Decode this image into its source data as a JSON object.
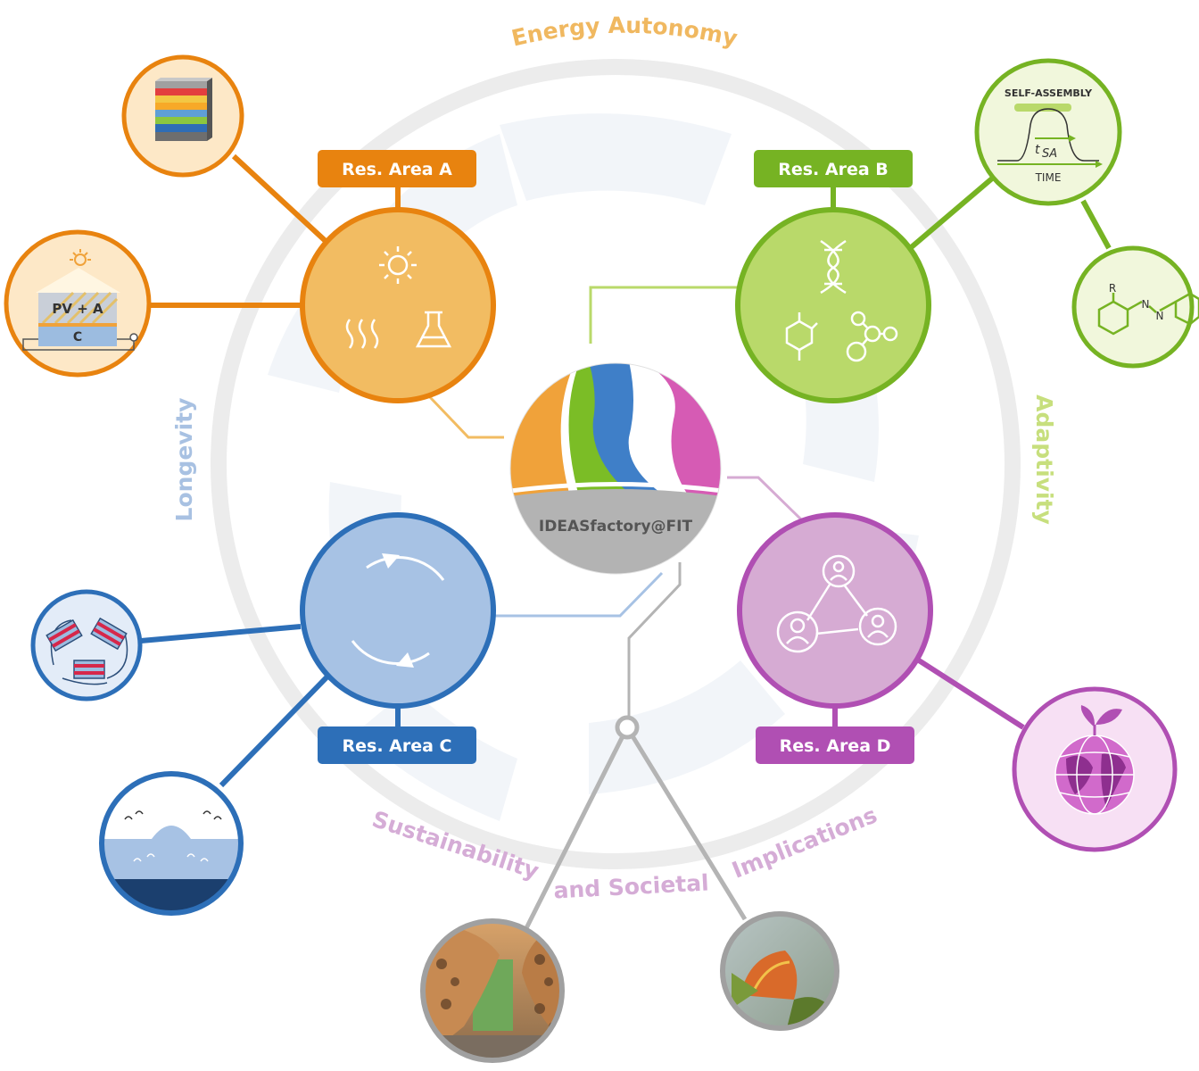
{
  "themes": {
    "energy_autonomy": "Energy Autonomy",
    "adaptivity": "Adaptivity",
    "longevity": "Longevity",
    "sustainability_line1": "Sustainability",
    "sustainability_line2": "and Societal",
    "sustainability_line3": "Implications"
  },
  "hub": {
    "label": "IDEASfactory@FIT"
  },
  "research_areas": [
    {
      "label": "Res. Area A",
      "color": "#e8830f",
      "fill": "#f2bc62",
      "icons": [
        "sun-icon",
        "heat-waves-icon",
        "flask-icon"
      ]
    },
    {
      "label": "Res. Area B",
      "color": "#76b323",
      "fill": "#b9d96a",
      "icons": [
        "dna-icon",
        "molecule-icon",
        "network-molecule-icon"
      ]
    },
    {
      "label": "Res. Area C",
      "color": "#2d6fb8",
      "fill": "#a7c2e4",
      "icons": [
        "cycle-arrows-icon"
      ]
    },
    {
      "label": "Res. Area D",
      "color": "#b04fb3",
      "fill": "#d6abd3",
      "icons": [
        "people-network-icon"
      ]
    }
  ],
  "satellites": {
    "layer_stack": {
      "icon": "layer-stack-icon"
    },
    "pv_cell": {
      "top_label": "PV + A",
      "bottom_label": "C"
    },
    "self_assembly": {
      "title": "SELF-ASSEMBLY",
      "sub": "SA",
      "sub_prefix": "t",
      "axis": "TIME"
    },
    "azobenzene": {
      "r_label": "R",
      "n1": "N",
      "n2": "N"
    },
    "battery_cells": {
      "icon": "battery-cells-icon"
    },
    "coating": {
      "icon": "coating-surface-icon"
    },
    "globe": {
      "icon": "globe-plant-icon"
    },
    "architecture_photo": {
      "icon": "architecture-photo"
    },
    "venus_flytrap_photo": {
      "icon": "flytrap-photo"
    }
  },
  "colors": {
    "area_a": "#e8830f",
    "area_b": "#76b323",
    "area_c": "#2d6fb8",
    "area_d": "#b04fb3",
    "gray": "#b4b4b4",
    "theme_energy": "#f0b860",
    "theme_adaptivity": "#c7df7d",
    "theme_longevity": "#a8c1e2",
    "theme_sustainability": "#d5acd6"
  }
}
